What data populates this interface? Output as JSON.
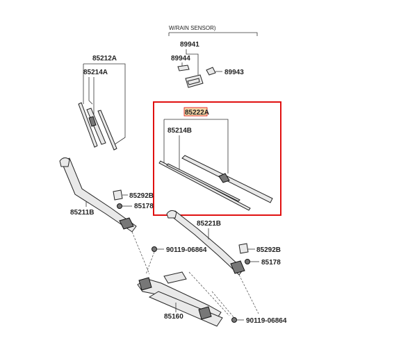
{
  "diagram": {
    "section_title": "W/RAIN SENSOR)",
    "highlight_color": "#e01010",
    "highlighted_part": "85222A",
    "parts": {
      "p89941": "89941",
      "p89944": "89944",
      "p89943": "89943",
      "p85212A": "85212A",
      "p85214A": "85214A",
      "p85222A": "85222A",
      "p85214B": "85214B",
      "p85292B_left": "85292B",
      "p85178_left": "85178",
      "p85211B": "85211B",
      "p85221B": "85221B",
      "p90119_top": "90119-06864",
      "p85292B_right": "85292B",
      "p85178_right": "85178",
      "p85160": "85160",
      "p90119_bottom": "90119-06864"
    }
  }
}
